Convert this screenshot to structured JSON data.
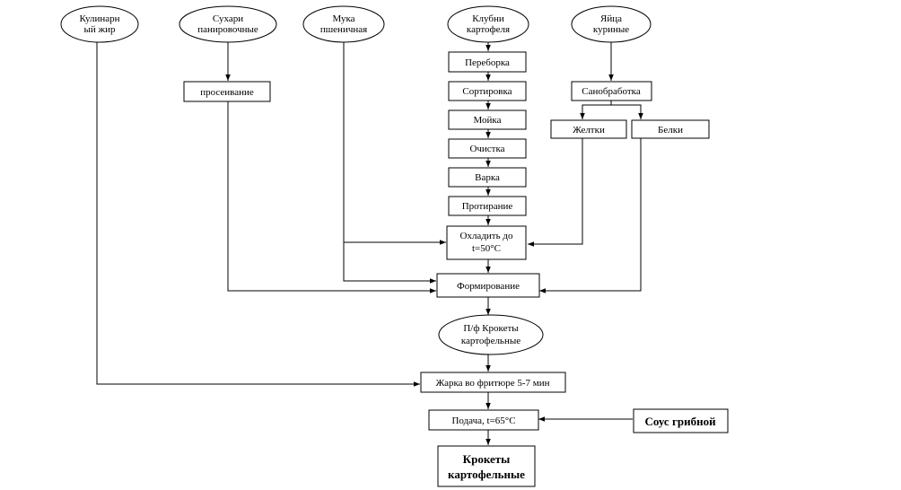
{
  "nodes": {
    "fat": [
      "Кулинарн",
      "ый жир"
    ],
    "crumbs": [
      "Сухари",
      "панировочные"
    ],
    "flour": [
      "Мука",
      "пшеничная"
    ],
    "potato": [
      "Клубни",
      "картофеля"
    ],
    "eggs": [
      "Яйца",
      "куриные"
    ],
    "sift": "просеивание",
    "sort1": "Переборка",
    "sort2": "Сортировка",
    "wash": "Мойка",
    "peel": "Очистка",
    "boil": "Варка",
    "mash": "Протирание",
    "cool": [
      "Охладить до",
      "t=50°C"
    ],
    "sanitize": "Санобработка",
    "yolks": "Желтки",
    "whites": "Белки",
    "form": "Формирование",
    "semi": [
      "П/ф Крокеты",
      "картофельные"
    ],
    "fry": "Жарка во фритюре 5-7 мин",
    "serve": "Подача, t=65°C",
    "sauce": "Соус грибной",
    "final": [
      "Крокеты",
      "картофельные"
    ]
  }
}
